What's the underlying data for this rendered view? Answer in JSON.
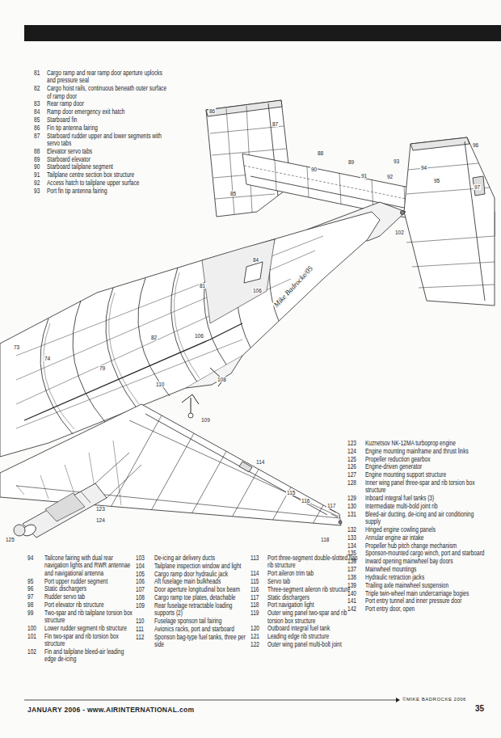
{
  "diagram": {
    "labels": [
      "81",
      "Cargo ramp and rear ramp door aperture uplocks and pressure seal",
      "82",
      "Cargo hoist rails, continuous beneath outer surface of ramp door",
      "83",
      "Rear ramp door",
      "84",
      "Ramp door emergency exit hatch",
      "85",
      "Starboard fin",
      "86",
      "Fin tip antenna fairing",
      "87",
      "Starboard rudder upper and lower segments with servo tabs",
      "88",
      "Elevator servo tabs",
      "89",
      "Starboard elevator",
      "90",
      "Starboard tailplane segment",
      "91",
      "Tailplane centre section box structure",
      "92",
      "Access hatch to tailplane upper surface",
      "93",
      "Port fin tip antenna fairing",
      "94",
      "Tailcone fairing with dual rear navigation lights and RWR antennae and navigational antenna",
      "95",
      "Port upper rudder segment",
      "96",
      "Static dischargers",
      "97",
      "Rudder servo tab",
      "98",
      "Port elevator rib structure",
      "99",
      "Two-spar and rib tailplane torsion box structure",
      "100",
      "Lower rudder segment rib structure",
      "101",
      "Fin two-spar and rib torsion box structure",
      "102",
      "Fin and tailplane bleed-air leading edge de-icing",
      "103",
      "De-icing air delivery ducts",
      "104",
      "Tailplane inspection window and light",
      "105",
      "Cargo ramp door hydraulic jack",
      "106",
      "Aft fuselage main bulkheads",
      "107",
      "Door aperture longitudinal box beam",
      "108",
      "Cargo ramp toe plates, detachable",
      "109",
      "Rear fuselage retractable loading supports (2)",
      "110",
      "Fuselage sponson tail fairing",
      "111",
      "Avionics racks, port and starboard",
      "112",
      "Sponson bag-type fuel tanks, three per side",
      "113",
      "Port three-segment double-slotted flap rib structure",
      "114",
      "Port aileron trim tab",
      "115",
      "Servo tab",
      "116",
      "Three-segment aileron rib structure",
      "117",
      "Static dischargers",
      "118",
      "Port navigation light",
      "119",
      "Outer wing panel two-spar and rib torsion box structure",
      "120",
      "Outboard integral fuel tank",
      "121",
      "Leading edge rib structure",
      "122",
      "Outer wing panel multi-bolt joint",
      "123",
      "Kuznetsov NK-12MA turboprop engine",
      "124",
      "Engine mounting mainframe and thrust links",
      "125",
      "Propeller reduction gearbox",
      "126",
      "Engine-driven generator",
      "127",
      "Engine mounting support structure",
      "128",
      "Inner wing panel three-spar and rib torsion box structure",
      "129",
      "Inboard integral fuel tanks (3)",
      "130",
      "Intermediate multi-bold joint rib",
      "131",
      "Bleed-air ducting, de-icing and air conditioning supply",
      "132",
      "Hinged engine cowling panels",
      "133",
      "Annular engine air intake",
      "134",
      "Propeller hub pitch change mechanism",
      "135",
      "Sponson-mounted cargo winch, port and starboard",
      "136",
      "Inward opening mainwheel bay doors",
      "137",
      "Mainwheel mountings",
      "138",
      "Hydraulic retraction jacks",
      "139",
      "Trailing axle mainwheel suspension",
      "140",
      "Triple twin-wheel main undercarriage bogies",
      "141",
      "Port entry tunnel and inner pressure door",
      "142",
      "Port entry door, open",
      "86",
      "87",
      "85",
      "88",
      "90",
      "89",
      "91",
      "92",
      "93",
      "96",
      "94",
      "95",
      "97",
      "102",
      "84",
      "81",
      "106",
      "82",
      "106",
      "79",
      "73",
      "74",
      "110",
      "108",
      "109",
      "114",
      "115",
      "116",
      "117",
      "118",
      "123",
      "124",
      "125",
      "Mike Badrocke/05",
      "©MIKE BADROCKE 2006",
      "JANUARY 2006 - www.AIRINTERNATIONAL.com",
      "35"
    ]
  }
}
